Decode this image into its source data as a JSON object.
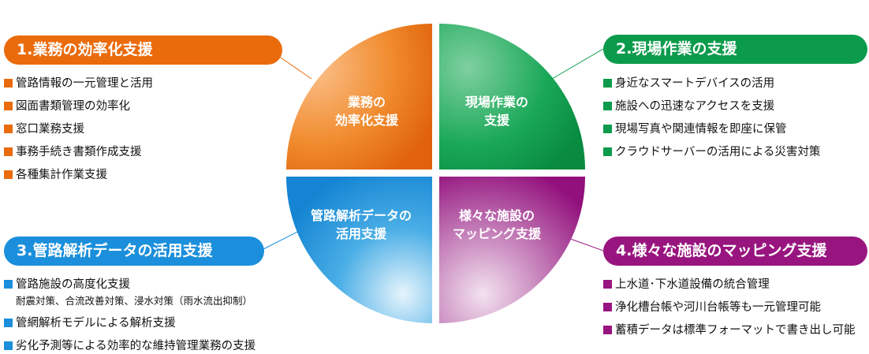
{
  "colors": {
    "orange": "#ea6b0c",
    "green": "#0c9b4c",
    "blue": "#1b8fdb",
    "purple": "#98157f"
  },
  "quadrants": [
    {
      "line1": "業務の",
      "line2": "効率化支援"
    },
    {
      "line1": "現場作業の",
      "line2": "支援"
    },
    {
      "line1": "管路解析データの",
      "line2": "活用支援"
    },
    {
      "line1": "様々な施設の",
      "line2": "マッピング支援"
    }
  ],
  "sections": [
    {
      "title": "1.業務の効率化支援",
      "items": [
        "管路情報の一元管理と活用",
        "図面書類管理の効率化",
        "窓口業務支援",
        "事務手続き書類作成支援",
        "各種集計作業支援"
      ]
    },
    {
      "title": "2.現場作業の支援",
      "items": [
        "身近なスマートデバイスの活用",
        "施設への迅速なアクセスを支援",
        "現場写真や関連情報を即座に保管",
        "クラウドサーバーの活用による災害対策"
      ]
    },
    {
      "title": "3.管路解析データの活用支援",
      "items": [
        "管路施設の高度化支援",
        "管網解析モデルによる解析支援",
        "劣化予測等による効率的な維持管理業務の支援"
      ],
      "sub": "耐震対策、合流改善対策、浸水対策（雨水流出抑制）"
    },
    {
      "title": "4.様々な施設のマッピング支援",
      "items": [
        "上水道･下水道設備の統合管理",
        "浄化槽台帳や河川台帳等も一元管理可能",
        "蓄積データは標準フォーマットで書き出し可能"
      ]
    }
  ]
}
